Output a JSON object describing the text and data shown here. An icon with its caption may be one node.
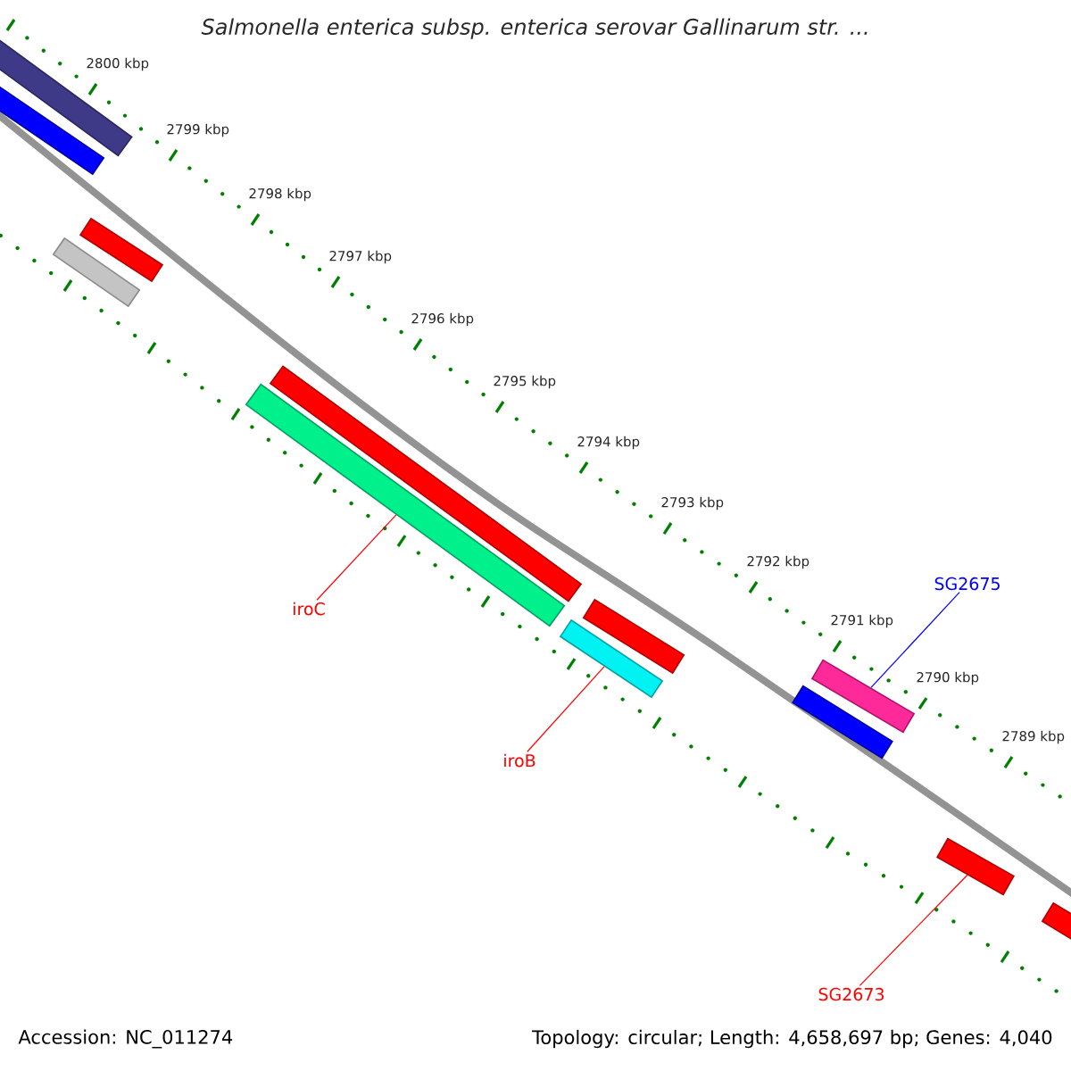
{
  "diagram": {
    "title": "Salmonella enterica subsp. enterica serovar Gallinarum str. ...",
    "nodes": [
      {
        "text": [],
        "shape": "bar"
      },
      {
        "text": [],
        "shape": "bar"
      },
      {
        "text": [],
        "shape": "bar"
      },
      {
        "text": [],
        "shape": "bar"
      },
      {
        "text": [],
        "shape": "bar"
      },
      {
        "text": [],
        "shape": "bar"
      },
      {
        "text": [],
        "shape": "bar"
      },
      {
        "text": [],
        "shape": "bar"
      },
      {
        "text": [],
        "shape": "bar"
      },
      {
        "text": [],
        "shape": "bar"
      },
      {
        "text": [],
        "shape": "bar"
      },
      {
        "text": [],
        "shape": "bar"
      },
      {
        "text": [
          "iroC"
        ]
      },
      {
        "text": [
          "iroB"
        ]
      },
      {
        "text": [
          "SG2675"
        ]
      },
      {
        "text": [
          "SG2673"
        ]
      }
    ],
    "edges": [
      {
        "from": 12,
        "to": 5,
        "arrow": "none"
      },
      {
        "from": 13,
        "to": 7,
        "arrow": "none"
      },
      {
        "from": 14,
        "to": 8,
        "arrow": "none",
        "color": "#0000ff"
      },
      {
        "from": 15,
        "to": 10,
        "arrow": "none"
      }
    ],
    "labels": [
      "2800 kbp",
      "2799 kbp",
      "2798 kbp",
      "2797 kbp",
      "2796 kbp",
      "2795 kbp",
      "2794 kbp",
      "2793 kbp",
      "2792 kbp",
      "2791 kbp",
      "2790 kbp",
      "2789 kbp",
      "Accession: NC_011274",
      "Topology: circular; Length: 4,658,697 bp; Genes: 4,040"
    ]
  }
}
